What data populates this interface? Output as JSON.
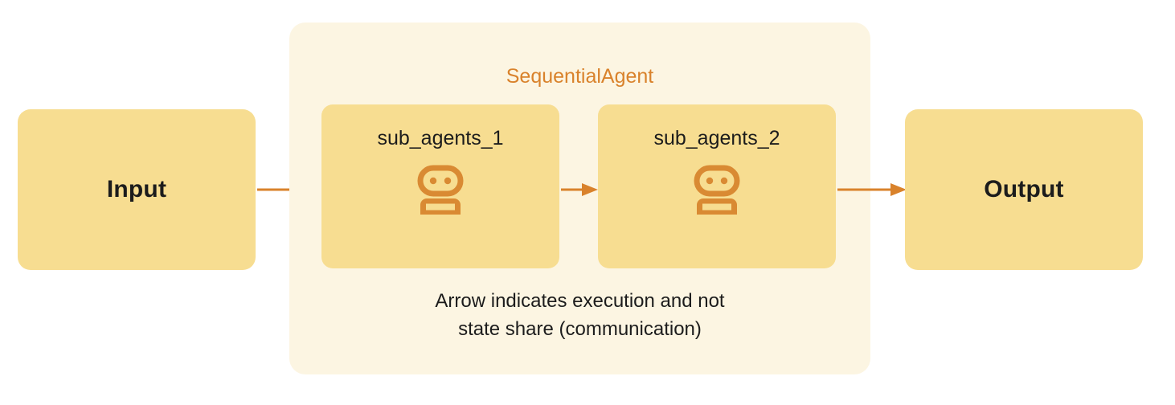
{
  "diagram": {
    "type": "flow",
    "title": "SequentialAgent",
    "background_color": "#FFFFFF",
    "container_color": "#FCF5E2",
    "box_color": "#F7DD91",
    "accent_color": "#D9822B",
    "text_color": "#1C1C1C"
  },
  "input": {
    "label": "Input"
  },
  "output": {
    "label": "Output"
  },
  "sequential": {
    "title": "SequentialAgent",
    "sub_agents": [
      {
        "label": "sub_agents_1",
        "icon": "robot-icon"
      },
      {
        "label": "sub_agents_2",
        "icon": "robot-icon"
      }
    ],
    "caption_line_1": "Arrow indicates execution and not",
    "caption_line_2": "state share (communication)"
  },
  "arrows": [
    {
      "name": "input-to-sub-agent-1",
      "from": "Input",
      "to": "sub_agents_1"
    },
    {
      "name": "sub-agent-1-to-sub-agent-2",
      "from": "sub_agents_1",
      "to": "sub_agents_2"
    },
    {
      "name": "sub-agent-2-to-output",
      "from": "sub_agents_2",
      "to": "Output"
    }
  ]
}
